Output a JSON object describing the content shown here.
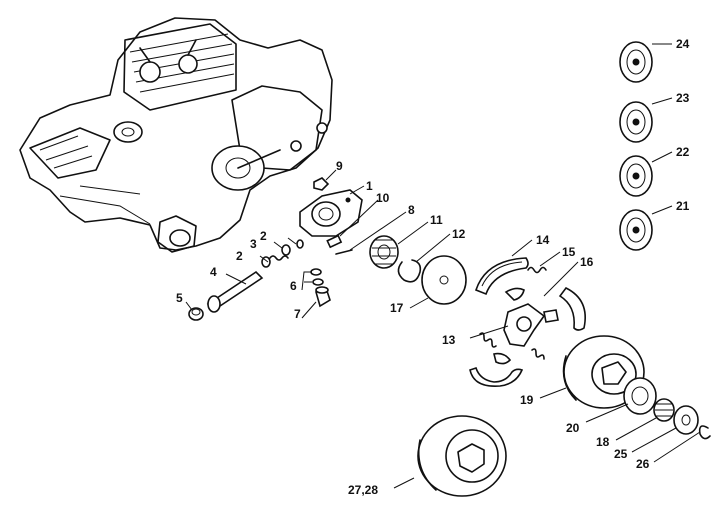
{
  "callouts": [
    {
      "id": "1",
      "label": "1"
    },
    {
      "id": "2a",
      "label": "2"
    },
    {
      "id": "2b",
      "label": "2"
    },
    {
      "id": "3",
      "label": "3"
    },
    {
      "id": "4",
      "label": "4"
    },
    {
      "id": "5",
      "label": "5"
    },
    {
      "id": "6",
      "label": "6"
    },
    {
      "id": "7",
      "label": "7"
    },
    {
      "id": "8",
      "label": "8"
    },
    {
      "id": "9",
      "label": "9"
    },
    {
      "id": "10",
      "label": "10"
    },
    {
      "id": "11",
      "label": "11"
    },
    {
      "id": "12",
      "label": "12"
    },
    {
      "id": "13",
      "label": "13"
    },
    {
      "id": "14",
      "label": "14"
    },
    {
      "id": "15",
      "label": "15"
    },
    {
      "id": "16",
      "label": "16"
    },
    {
      "id": "17",
      "label": "17"
    },
    {
      "id": "18",
      "label": "18"
    },
    {
      "id": "19",
      "label": "19"
    },
    {
      "id": "20",
      "label": "20"
    },
    {
      "id": "21",
      "label": "21"
    },
    {
      "id": "22",
      "label": "22"
    },
    {
      "id": "23",
      "label": "23"
    },
    {
      "id": "24",
      "label": "24"
    },
    {
      "id": "25",
      "label": "25"
    },
    {
      "id": "26",
      "label": "26"
    },
    {
      "id": "27_28",
      "label": "27,28"
    }
  ]
}
